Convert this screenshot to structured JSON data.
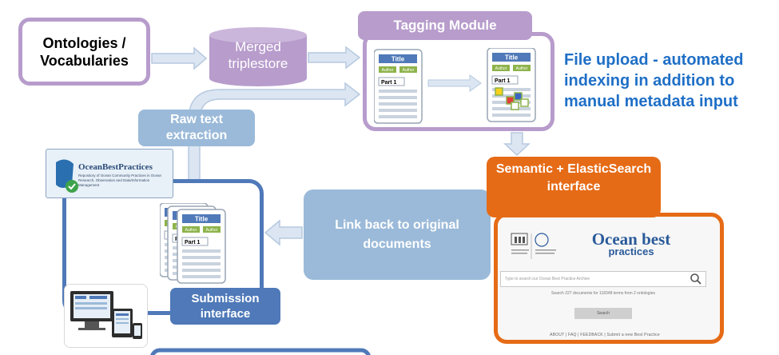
{
  "nodes": {
    "ontologies": "Ontologies / Vocabularies",
    "triplestore": "Merged triplestore",
    "tagging_module": "Tagging Module",
    "raw_text": "Raw text extraction",
    "submission": "Submission interface",
    "link_back": "Link back to original documents",
    "semantic_search": "Semantic + ElasticSearch interface"
  },
  "caption": "File upload - automated indexing in addition to manual metadata input",
  "document": {
    "title": "Title",
    "author": "Author",
    "part": "Part 1"
  },
  "obp_logo": {
    "name": "OceanBestPractices",
    "subtitle": "Repository of Ocean Community Practices in Ocean Research, Observation and Data/Information Management"
  },
  "search_screen": {
    "logo_title": "Ocean best",
    "logo_subtitle": "practices",
    "input_placeholder": "Type to search our Ocean Best Practice Archive",
    "count_text": "Search 227 documents for 118348 terms from 2 ontologies",
    "button_label": "Search",
    "footer": "ABOUT | FAQ | FEEDBACK | Submit a new Best Practice"
  },
  "colors": {
    "purple": "#b79ccc",
    "light_blue": "#9bbad9",
    "dark_blue": "#4f79b8",
    "orange": "#e66b16",
    "caption_blue": "#1f6fc6"
  },
  "icons": [
    "document-icon",
    "unesco-logo-icon",
    "search-icon",
    "devices-icon",
    "checkmark-icon"
  ]
}
